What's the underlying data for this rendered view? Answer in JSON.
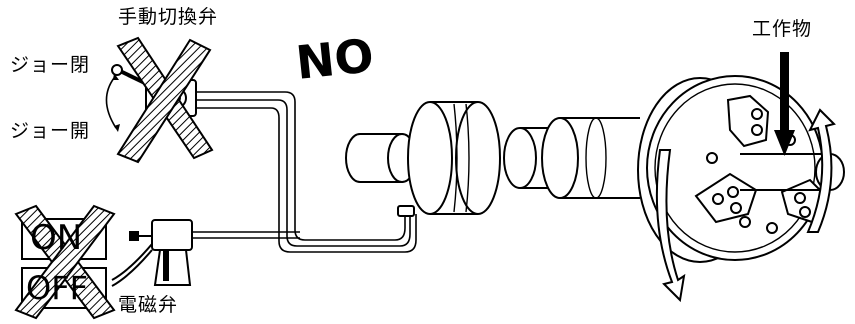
{
  "labels": {
    "manual_valve": "手動切換弁",
    "jaw_close": "ジョー閉",
    "jaw_open": "ジョー開",
    "no": "NO",
    "workpiece": "工作物",
    "on": "ON",
    "off": "OFF",
    "solenoid_valve": "電磁弁"
  },
  "colors": {
    "ink": "#000000",
    "paper": "#ffffff"
  },
  "icons": {
    "prohibited_mark": "cross-out-x",
    "rotation": "curved-arrow"
  }
}
